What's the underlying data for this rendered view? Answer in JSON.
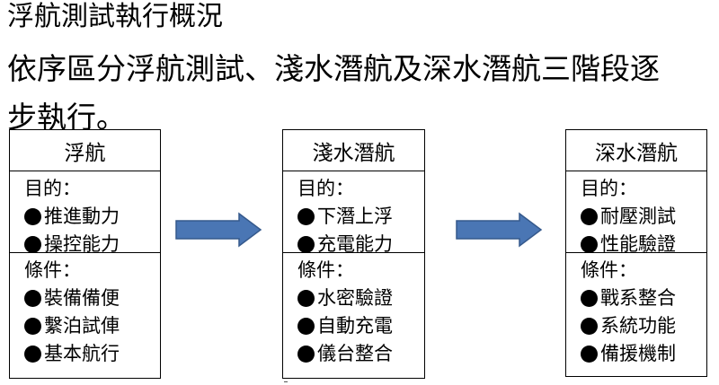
{
  "title": "浮航測試執行概況",
  "description": {
    "line1": "依序區分浮航測試、淺水潛航及深水潛航三階段逐",
    "line2": "步執行。"
  },
  "stages": [
    {
      "name": "浮航",
      "purpose_label": "目的：",
      "purpose_items": [
        "推進動力",
        "操控能力"
      ],
      "condition_label": "條件：",
      "condition_items": [
        "裝備備便",
        "繫泊試俥",
        "基本航行"
      ]
    },
    {
      "name": "淺水潛航",
      "purpose_label": "目的：",
      "purpose_items": [
        "下潛上浮",
        "充電能力"
      ],
      "condition_label": "條件：",
      "condition_items": [
        "水密驗證",
        "自動充電",
        "儀台整合"
      ]
    },
    {
      "name": "深水潛航",
      "purpose_label": "目的：",
      "purpose_items": [
        "耐壓測試",
        "性能驗證"
      ],
      "condition_label": "條件：",
      "condition_items": [
        "戰系整合",
        "系統功能",
        "備援機制"
      ]
    }
  ],
  "colors": {
    "arrow_fill": "#4a76b4",
    "arrow_stroke": "#35598c"
  },
  "icons": {
    "bullet": "filled-circle",
    "connector": "right-arrow"
  }
}
